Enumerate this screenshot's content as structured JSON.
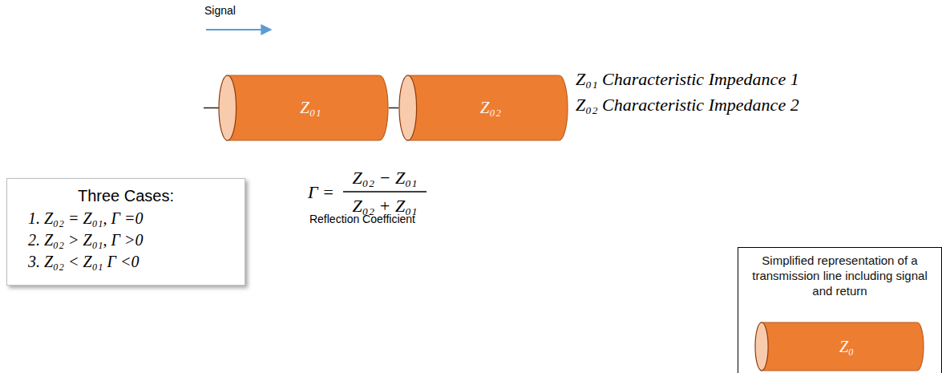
{
  "diagram": {
    "nodes": [
      {
        "text": [
          "Z₀₁"
        ]
      },
      {
        "text": [
          "Z₀₂"
        ]
      },
      {
        "text": [
          "Three Cases:",
          "1. Z₀₂ = Z₀₁, Γ =0",
          "2. Z₀₂ > Z₀₁, Γ >0",
          "3. Z₀₂ < Z₀₁ Γ <0"
        ]
      },
      {
        "text": [
          "Simplified representation of a transmission line including signal and return"
        ]
      },
      {
        "text": [
          "Z₀"
        ],
        "in": 3
      }
    ],
    "edges": [
      {
        "from": 0,
        "to": 1,
        "arrow": "none"
      }
    ],
    "labels": [
      "Signal",
      "Z₀₁ Characteristic Impedance 1",
      "Z₀₂ Characteristic Impedance 2",
      "Γ =",
      "Z₀₂ − Z₀₁",
      "Z₀₂ + Z₀₁",
      "Reflection Coefficient"
    ]
  }
}
